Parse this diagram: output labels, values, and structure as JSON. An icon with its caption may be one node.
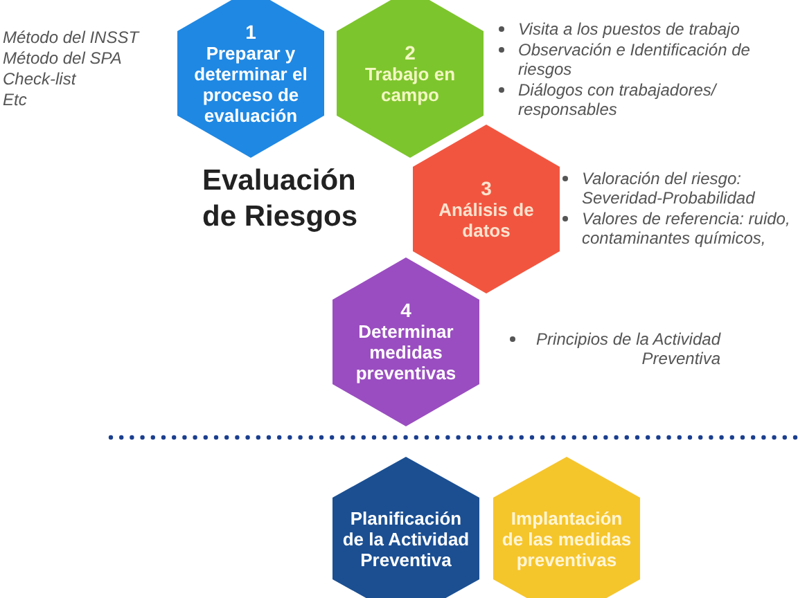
{
  "diagram": {
    "title": "Evaluación de Riesgos",
    "nodes": [
      {
        "text": [
          "1",
          "Preparar y determinar el proceso de evaluación"
        ],
        "beside": [
          "Método del INSST",
          "Método del SPA",
          "Check-list",
          "Etc"
        ]
      },
      {
        "text": [
          "2",
          "Trabajo en campo"
        ],
        "beside": [
          "Visita a los puestos de trabajo",
          "Observación e Identificación de riesgos",
          "Diálogos con trabajadores/ responsables"
        ]
      },
      {
        "text": [
          "3",
          "Análisis de datos"
        ],
        "beside": [
          "Valoración del riesgo: Severidad-Probabilidad",
          "Valores de referencia: ruido, contaminantes químicos,"
        ]
      },
      {
        "text": [
          "4",
          "Determinar medidas preventivas"
        ],
        "beside": [
          "Principios de la Actividad Preventiva"
        ]
      },
      {
        "text": [
          "Planificación de la Actividad Preventiva"
        ]
      },
      {
        "text": [
          "Implantación de las medidas preventivas"
        ]
      }
    ]
  }
}
